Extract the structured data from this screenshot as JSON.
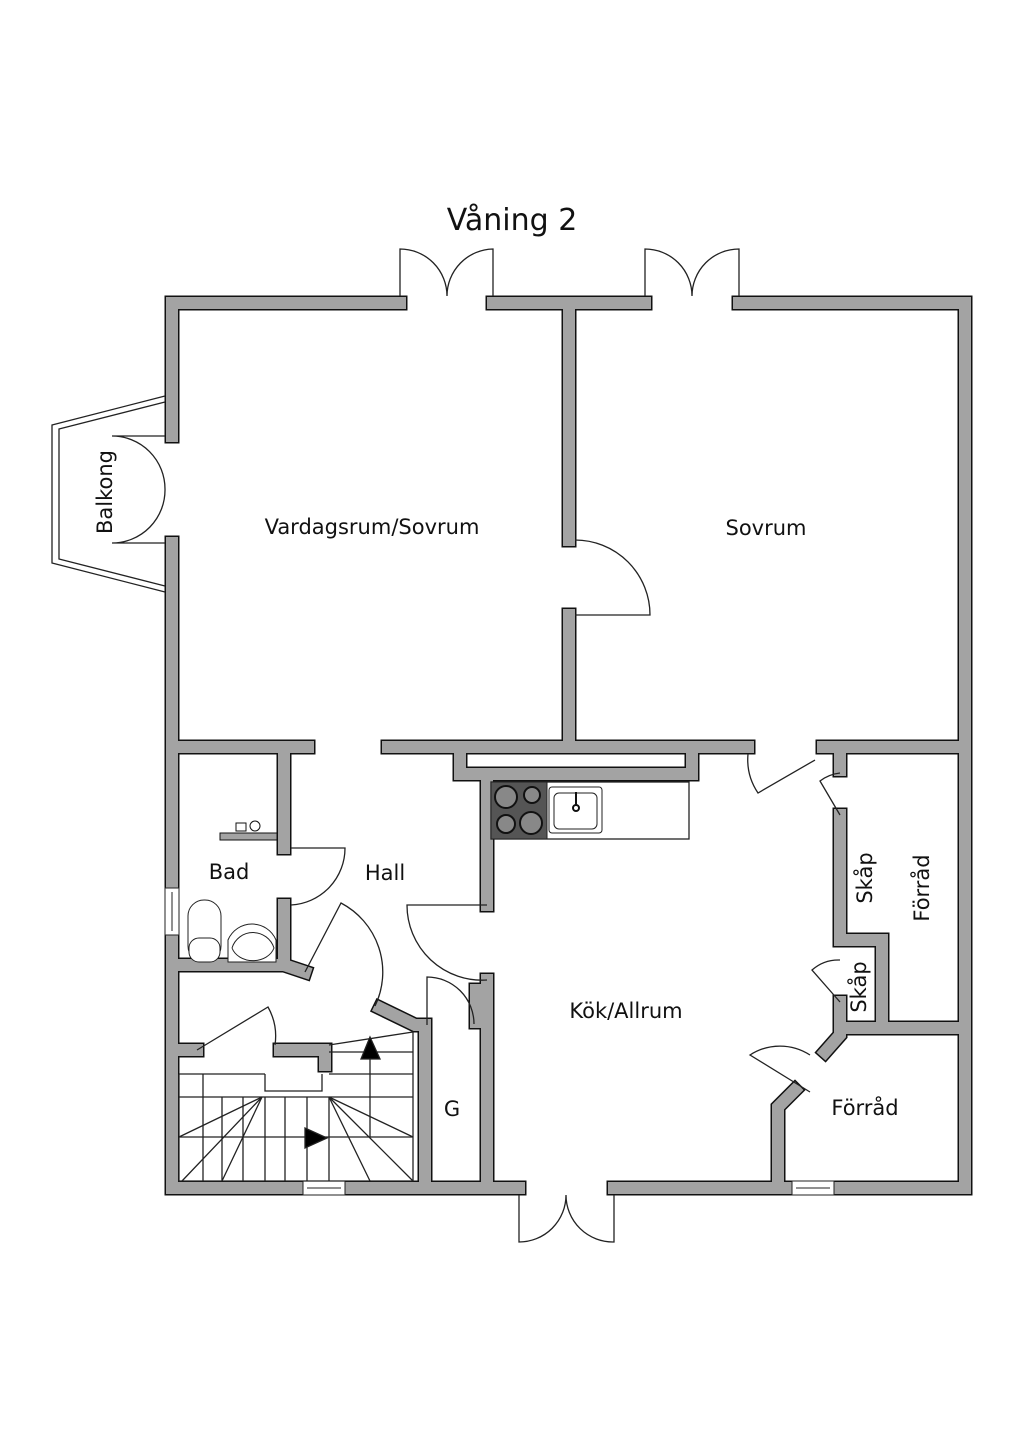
{
  "title": "Våning 2",
  "rooms": {
    "living": "Vardagsrum/Sovrum",
    "bedroom": "Sovrum",
    "balcony": "Balkong",
    "bath": "Bad",
    "hall": "Hall",
    "kitchen": "Kök/Allrum",
    "closet1": "Skåp",
    "closet2": "Skåp",
    "storage1": "Förråd",
    "storage2": "Förråd",
    "g": "G"
  },
  "colors": {
    "wall": "#a3a3a3",
    "stove": "#555555"
  }
}
